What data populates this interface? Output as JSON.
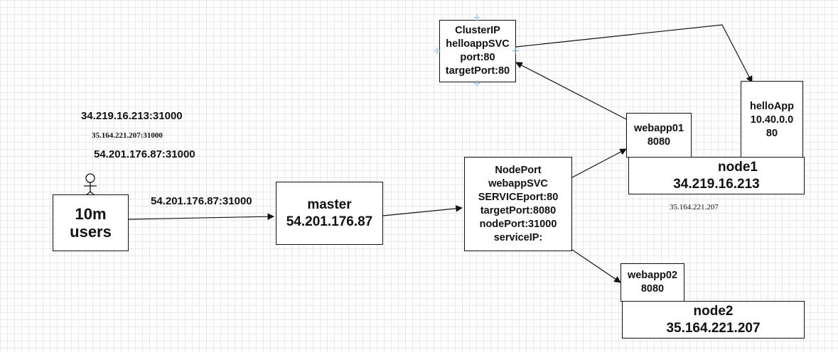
{
  "labels": {
    "ip1": "34.219.16.213:31000",
    "ip2": "35.164.221.207:31000",
    "ip3": "54.201.176.87:31000",
    "edge_users_master": "54.201.176.87:31000",
    "node1_extra_ip": "35.164.221.207"
  },
  "nodes": {
    "users": {
      "line1": "10m",
      "line2": "users"
    },
    "master": {
      "line1": "master",
      "line2": "54.201.176.87"
    },
    "nodeport": {
      "lines": [
        "NodePort",
        "webappSVC",
        "SERVICEport:80",
        "targetPort:8080",
        "nodePort:31000",
        "serviceIP:"
      ]
    },
    "clusterip": {
      "lines": [
        "ClusterIP",
        "helloappSVC",
        "port:80",
        "targetPort:80"
      ]
    },
    "webapp01": {
      "line1": "webapp01",
      "line2": "8080"
    },
    "helloapp": {
      "line1": "helloApp",
      "line2": "10.40.0.0",
      "line3": "80"
    },
    "node1": {
      "line1": "node1",
      "line2": "34.219.16.213"
    },
    "webapp02": {
      "line1": "webapp02",
      "line2": "8080"
    },
    "node2": {
      "line1": "node2",
      "line2": "35.164.221.207"
    }
  },
  "colors": {
    "grid": "#e9e9e9",
    "stroke": "#111111",
    "selection": "#8fc3f0"
  }
}
